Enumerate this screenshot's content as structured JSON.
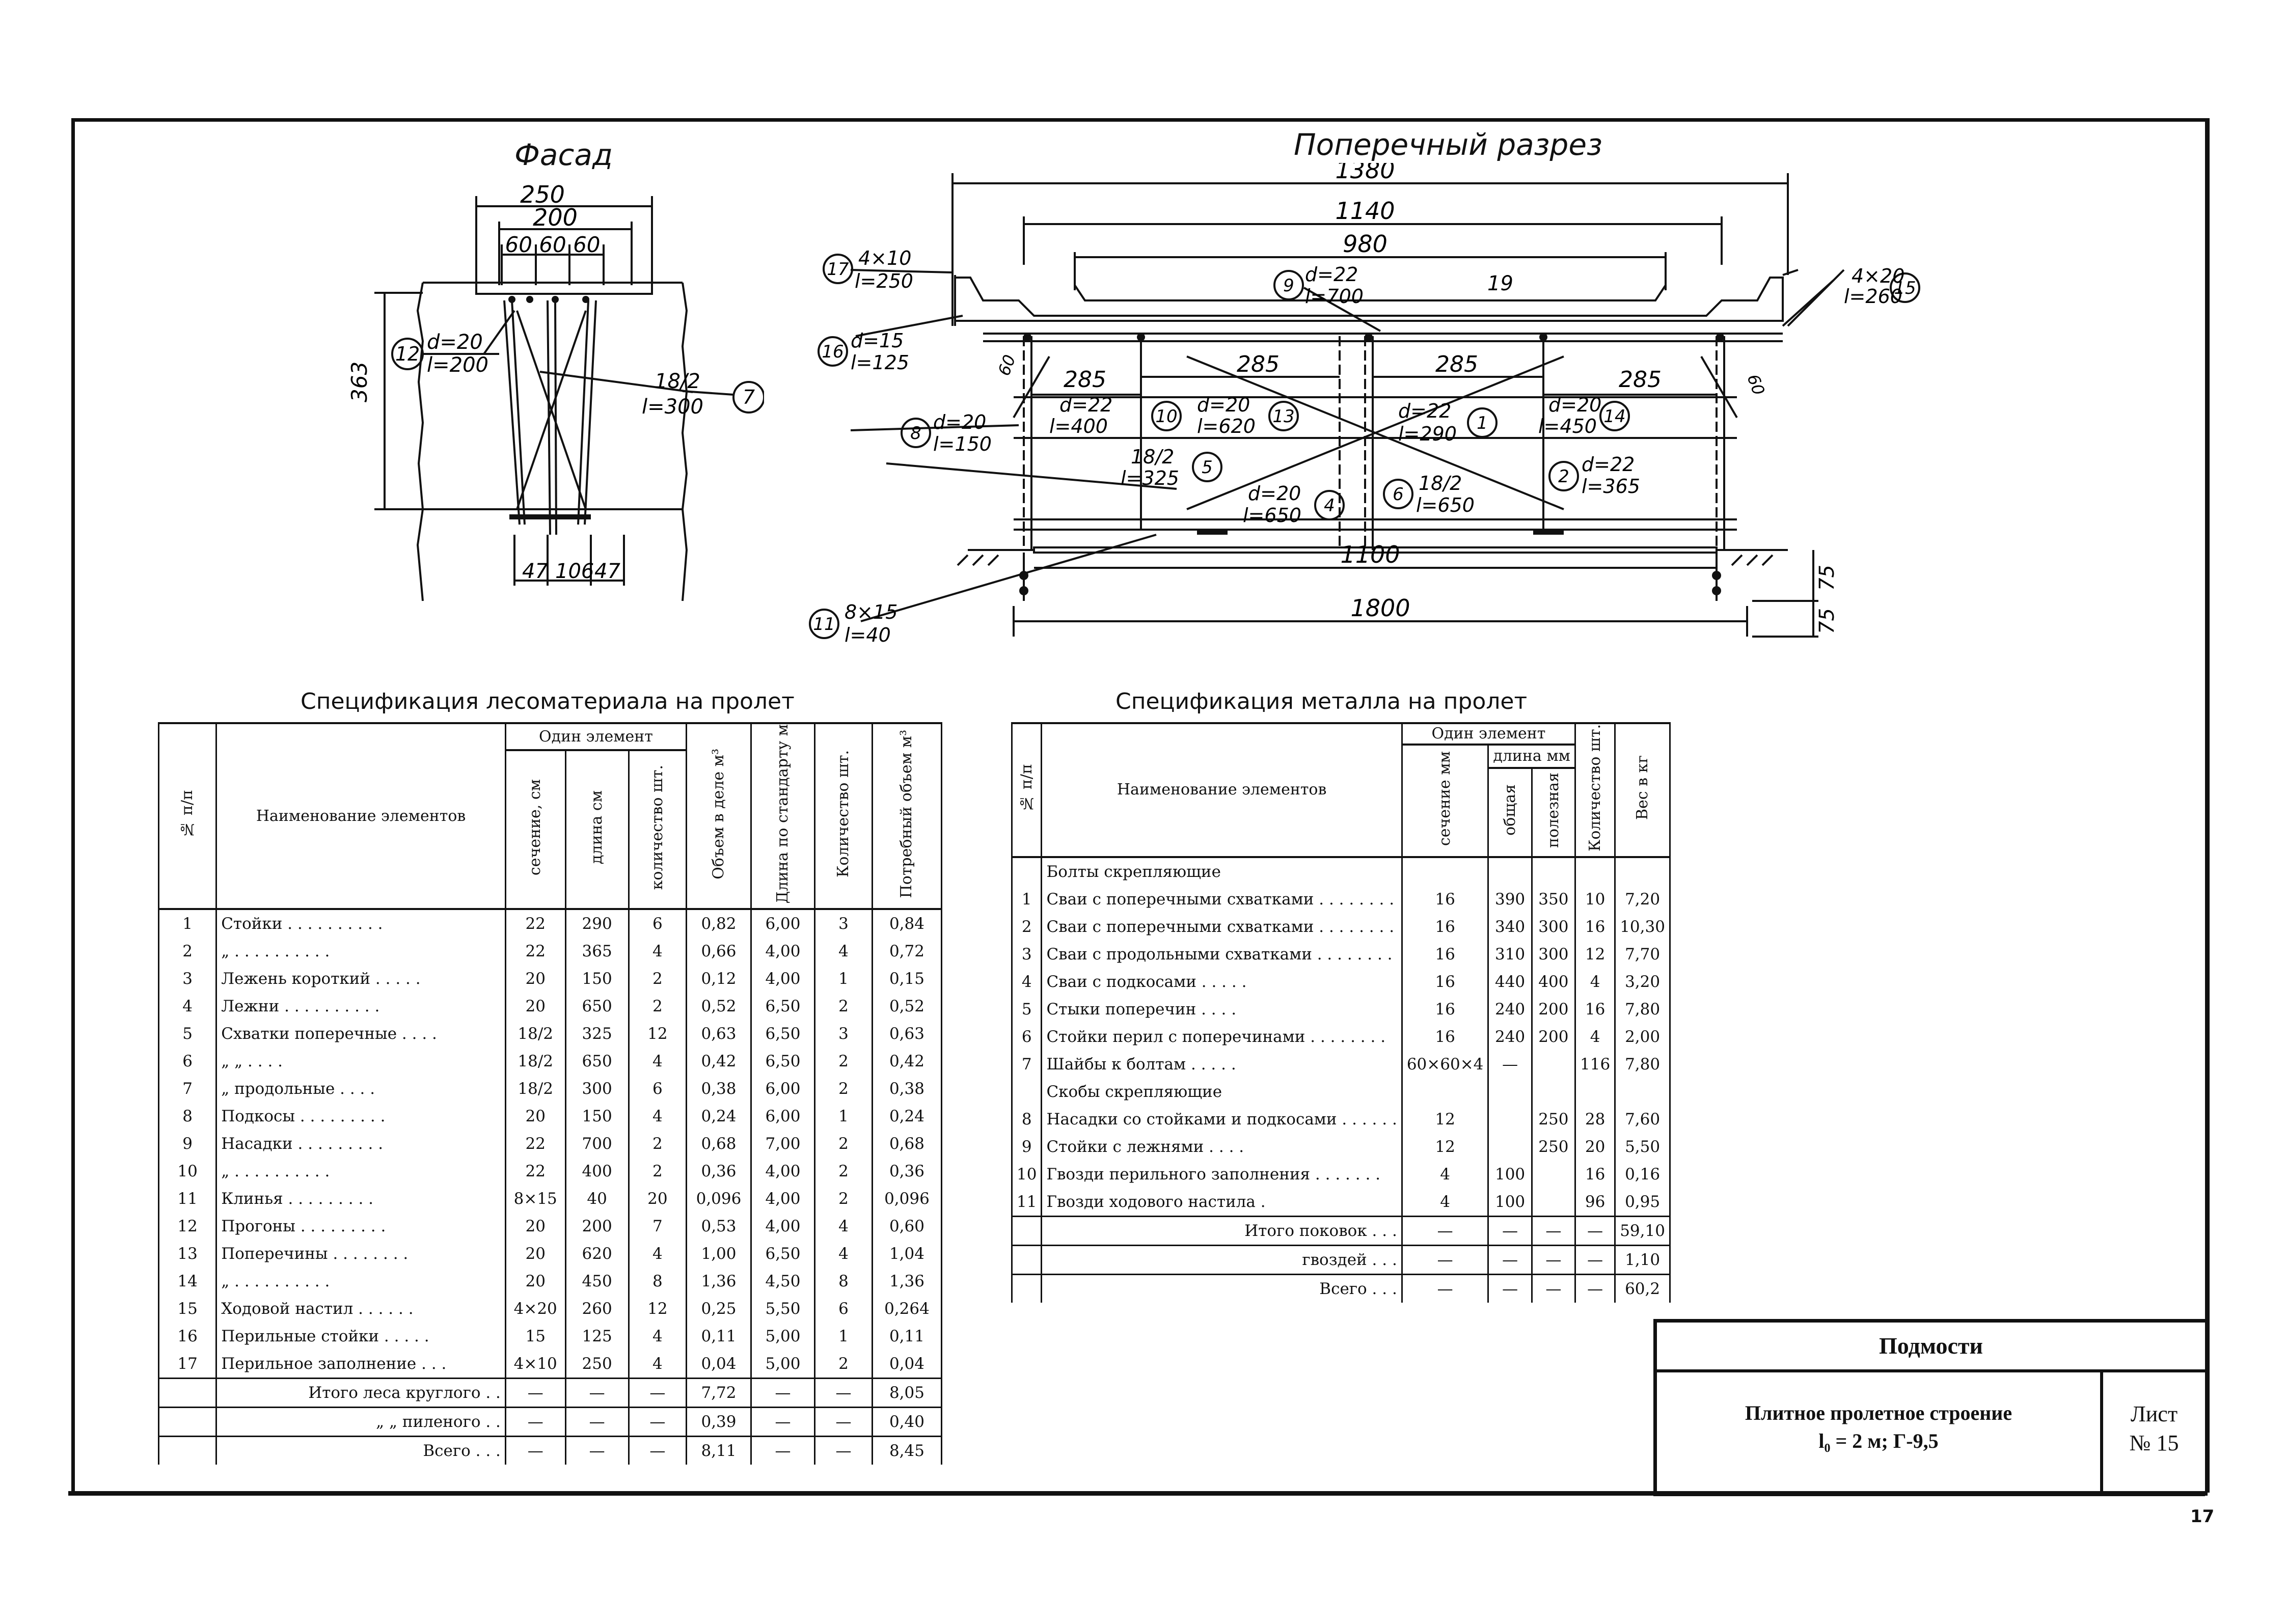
{
  "drawing": {
    "facade_title": "Фасад",
    "cross_section_title": "Поперечный разрез",
    "facade_dims": {
      "top1": "250",
      "top2": "200",
      "top3": "60 60 60",
      "height": "363",
      "bottom": [
        "47",
        "106",
        "47"
      ]
    },
    "facade_callouts": [
      {
        "num": "12",
        "text1": "d=20",
        "text2": "l=200"
      },
      {
        "num": "7",
        "text1": "18/2",
        "text2": "l=300"
      }
    ],
    "section_dims": {
      "d1380": "1380",
      "d1140": "1140",
      "d980": "980",
      "d19": "19",
      "d285a": "285",
      "d285b": "285",
      "d285c": "285",
      "d285d": "285",
      "d1100": "1100",
      "d1800": "1800",
      "d75a": "75",
      "d75b": "75",
      "d60a": "60",
      "d60b": "60"
    },
    "section_callouts": [
      {
        "num": "17",
        "text1": "4×10",
        "text2": "l=250"
      },
      {
        "num": "16",
        "text1": "d=15",
        "text2": "l=125"
      },
      {
        "num": "9",
        "text1": "d=22",
        "text2": "l=700"
      },
      {
        "num": "15",
        "text1": "4×20",
        "text2": "l=260"
      },
      {
        "num": "10",
        "text1": "d=22",
        "text2": "l=400"
      },
      {
        "num": "13",
        "text1": "d=20",
        "text2": "l=620"
      },
      {
        "num": "1",
        "text1": "d=22",
        "text2": "l=290"
      },
      {
        "num": "14",
        "text1": "d=20",
        "text2": "l=450"
      },
      {
        "num": "8",
        "text1": "d=20",
        "text2": "l=150"
      },
      {
        "num": "5",
        "text1": "18/2",
        "text2": "l=325"
      },
      {
        "num": "2",
        "text1": "d=22",
        "text2": "l=365"
      },
      {
        "num": "6",
        "text1": "18/2",
        "text2": "l=650"
      },
      {
        "num": "4",
        "text1": "d=20",
        "text2": "l=650"
      },
      {
        "num": "11",
        "text1": "8×15",
        "text2": "l=40"
      }
    ]
  },
  "timber": {
    "title": "Спецификация лесоматериала на пролет",
    "headers": {
      "num": "№ п/п",
      "name": "Наименование элементов",
      "group": "Один элемент",
      "section": "сечение, см",
      "length": "длина см",
      "count": "количество шт.",
      "volume": "Объем в деле м³",
      "std_len": "Длина по стандарту м",
      "qty": "Количество шт.",
      "need": "Потребный объем м³"
    },
    "rows": [
      [
        "1",
        "Стойки . . . . . . . . . .",
        "22",
        "290",
        "6",
        "0,82",
        "6,00",
        "3",
        "0,84"
      ],
      [
        "2",
        "„ . . . . . . . . . .",
        "22",
        "365",
        "4",
        "0,66",
        "4,00",
        "4",
        "0,72"
      ],
      [
        "3",
        "Лежень короткий . . . . .",
        "20",
        "150",
        "2",
        "0,12",
        "4,00",
        "1",
        "0,15"
      ],
      [
        "4",
        "Лежни . . . . . . . . . .",
        "20",
        "650",
        "2",
        "0,52",
        "6,50",
        "2",
        "0,52"
      ],
      [
        "5",
        "Схватки поперечные . . . .",
        "18/2",
        "325",
        "12",
        "0,63",
        "6,50",
        "3",
        "0,63"
      ],
      [
        "6",
        "„ „ . . . .",
        "18/2",
        "650",
        "4",
        "0,42",
        "6,50",
        "2",
        "0,42"
      ],
      [
        "7",
        "„ продольные . . . .",
        "18/2",
        "300",
        "6",
        "0,38",
        "6,00",
        "2",
        "0,38"
      ],
      [
        "8",
        "Подкосы . . . . . . . . .",
        "20",
        "150",
        "4",
        "0,24",
        "6,00",
        "1",
        "0,24"
      ],
      [
        "9",
        "Насадки . . . . . . . . .",
        "22",
        "700",
        "2",
        "0,68",
        "7,00",
        "2",
        "0,68"
      ],
      [
        "10",
        "„ . . . . . . . . . .",
        "22",
        "400",
        "2",
        "0,36",
        "4,00",
        "2",
        "0,36"
      ],
      [
        "11",
        "Клинья . . . . . . . . .",
        "8×15",
        "40",
        "20",
        "0,096",
        "4,00",
        "2",
        "0,096"
      ],
      [
        "12",
        "Прогоны . . . . . . . . .",
        "20",
        "200",
        "7",
        "0,53",
        "4,00",
        "4",
        "0,60"
      ],
      [
        "13",
        "Поперечины . . . . . . . .",
        "20",
        "620",
        "4",
        "1,00",
        "6,50",
        "4",
        "1,04"
      ],
      [
        "14",
        "„ . . . . . . . . . .",
        "20",
        "450",
        "8",
        "1,36",
        "4,50",
        "8",
        "1,36"
      ],
      [
        "15",
        "Ходовой настил . . . . . .",
        "4×20",
        "260",
        "12",
        "0,25",
        "5,50",
        "6",
        "0,264"
      ],
      [
        "16",
        "Перильные стойки . . . . .",
        "15",
        "125",
        "4",
        "0,11",
        "5,00",
        "1",
        "0,11"
      ],
      [
        "17",
        "Перильное заполнение . . .",
        "4×10",
        "250",
        "4",
        "0,04",
        "5,00",
        "2",
        "0,04"
      ]
    ],
    "totals": [
      [
        "",
        "Итого леса круглого . .",
        "—",
        "—",
        "—",
        "7,72",
        "—",
        "—",
        "8,05"
      ],
      [
        "",
        "„ „ пиленого . .",
        "—",
        "—",
        "—",
        "0,39",
        "—",
        "—",
        "0,40"
      ],
      [
        "",
        "Всего . . .",
        "—",
        "—",
        "—",
        "8,11",
        "—",
        "—",
        "8,45"
      ]
    ]
  },
  "metal": {
    "title": "Спецификация металла на пролет",
    "headers": {
      "num": "№ п/п",
      "name": "Наименование элементов",
      "group": "Один элемент",
      "section": "сечение мм",
      "length_group": "длина мм",
      "total": "общая",
      "useful": "полезная",
      "qty": "Количество шт.",
      "weight": "Вес в кг"
    },
    "rows": [
      [
        "",
        "Болты скрепляющие",
        "",
        "",
        "",
        "",
        ""
      ],
      [
        "1",
        "Сваи с поперечными схватками . . . . . . . .",
        "16",
        "390",
        "350",
        "10",
        "7,20"
      ],
      [
        "2",
        "Сваи с поперечными схватками . . . . . . . .",
        "16",
        "340",
        "300",
        "16",
        "10,30"
      ],
      [
        "3",
        "Сваи с продольными схватками . . . . . . . .",
        "16",
        "310",
        "300",
        "12",
        "7,70"
      ],
      [
        "4",
        "Сваи с подкосами . . . . .",
        "16",
        "440",
        "400",
        "4",
        "3,20"
      ],
      [
        "5",
        "Стыки поперечин . . . .",
        "16",
        "240",
        "200",
        "16",
        "7,80"
      ],
      [
        "6",
        "Стойки перил с поперечинами . . . . . . . .",
        "16",
        "240",
        "200",
        "4",
        "2,00"
      ],
      [
        "7",
        "Шайбы к болтам . . . . .",
        "60×60×4",
        "—",
        "",
        "116",
        "7,80"
      ],
      [
        "",
        "Скобы скрепляющие",
        "",
        "",
        "",
        "",
        ""
      ],
      [
        "8",
        "Насадки со стойками и подкосами . . . . . .",
        "12",
        "",
        "250",
        "28",
        "7,60"
      ],
      [
        "9",
        "Стойки с лежнями . . . .",
        "12",
        "",
        "250",
        "20",
        "5,50"
      ],
      [
        "10",
        "Гвозди перильного заполнения . . . . . . .",
        "4",
        "100",
        "",
        "16",
        "0,16"
      ],
      [
        "11",
        "Гвозди ходового настила .",
        "4",
        "100",
        "",
        "96",
        "0,95"
      ]
    ],
    "totals": [
      [
        "",
        "Итого поковок . . .",
        "—",
        "—",
        "—",
        "—",
        "59,10"
      ],
      [
        "",
        "гвоздей . . .",
        "—",
        "—",
        "—",
        "—",
        "1,10"
      ],
      [
        "",
        "Всего . . .",
        "—",
        "—",
        "—",
        "—",
        "60,2"
      ]
    ]
  },
  "stamp": {
    "header": "Подмости",
    "description": "Плитное пролетное строение",
    "params": "l₀ = 2 м; Г-9,5",
    "sheet_label": "Лист",
    "sheet_number": "№ 15"
  },
  "page_number": "17"
}
